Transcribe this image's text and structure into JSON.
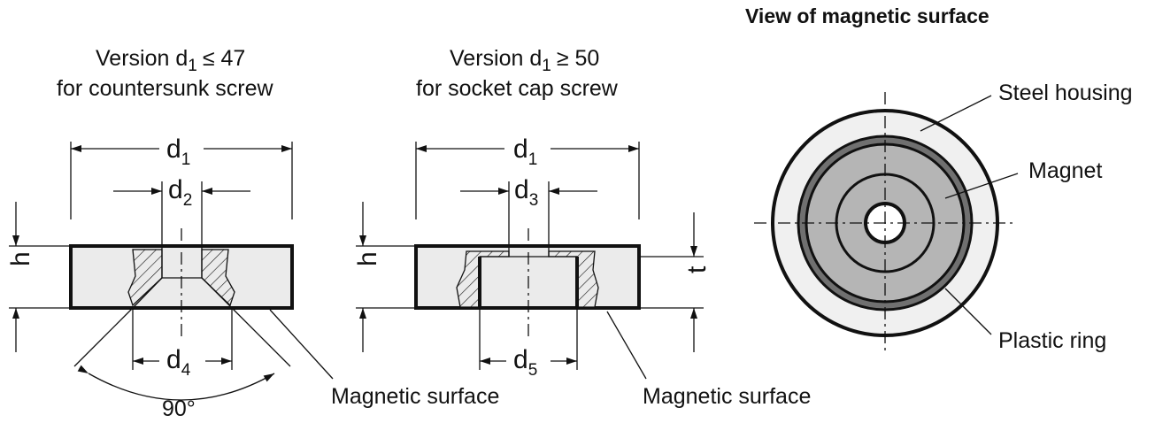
{
  "left_view": {
    "title_line1": "Version d",
    "title_sub": "1",
    "title_rel": "≤ 47",
    "title_line2": "for countersunk screw",
    "d1": "d",
    "d1_sub": "1",
    "d2": "d",
    "d2_sub": "2",
    "d4": "d",
    "d4_sub": "4",
    "h": "h",
    "angle": "90°",
    "surface_label": "Magnetic surface"
  },
  "middle_view": {
    "title_line1": "Version d",
    "title_sub": "1",
    "title_rel": "≥ 50",
    "title_line2": "for socket cap screw",
    "d1": "d",
    "d1_sub": "1",
    "d3": "d",
    "d3_sub": "3",
    "d5": "d",
    "d5_sub": "5",
    "h": "h",
    "t": "t",
    "surface_label": "Magnetic surface"
  },
  "right_view": {
    "title": "View of magnetic surface",
    "steel_housing": "Steel housing",
    "magnet": "Magnet",
    "plastic_ring": "Plastic ring"
  },
  "colors": {
    "housing": "#ebebeb",
    "magnet": "#b5b5b5",
    "plastic_ring": "#707070",
    "steel_face": "#f0f0f0"
  }
}
